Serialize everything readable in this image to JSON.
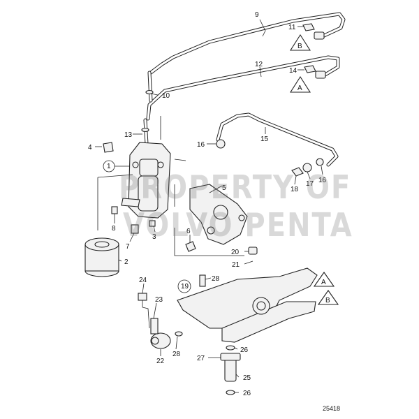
{
  "callouts": [
    {
      "id": "c9",
      "text": "9"
    },
    {
      "id": "c11",
      "text": "11"
    },
    {
      "id": "c12",
      "text": "12"
    },
    {
      "id": "c14",
      "text": "14"
    },
    {
      "id": "c10",
      "text": "10"
    },
    {
      "id": "c13",
      "text": "13"
    },
    {
      "id": "c15",
      "text": "15"
    },
    {
      "id": "c16a",
      "text": "16"
    },
    {
      "id": "c4",
      "text": "4"
    },
    {
      "id": "c1",
      "text": "1"
    },
    {
      "id": "c5",
      "text": "5"
    },
    {
      "id": "c18",
      "text": "18"
    },
    {
      "id": "c17",
      "text": "17"
    },
    {
      "id": "c16b",
      "text": "16"
    },
    {
      "id": "c8",
      "text": "8"
    },
    {
      "id": "c3",
      "text": "3"
    },
    {
      "id": "c7",
      "text": "7"
    },
    {
      "id": "c6",
      "text": "6"
    },
    {
      "id": "c20",
      "text": "20"
    },
    {
      "id": "c2",
      "text": "2"
    },
    {
      "id": "c21",
      "text": "21"
    },
    {
      "id": "c28a",
      "text": "28"
    },
    {
      "id": "c24",
      "text": "24"
    },
    {
      "id": "c19",
      "text": "19"
    },
    {
      "id": "c23",
      "text": "23"
    },
    {
      "id": "c22",
      "text": "22"
    },
    {
      "id": "c28b",
      "text": "28"
    },
    {
      "id": "c26a",
      "text": "26"
    },
    {
      "id": "c27",
      "text": "27"
    },
    {
      "id": "c25",
      "text": "25"
    },
    {
      "id": "c26b",
      "text": "26"
    }
  ],
  "connectors": [
    {
      "id": "tA1",
      "text": "A"
    },
    {
      "id": "tB1",
      "text": "B"
    },
    {
      "id": "tA2",
      "text": "A"
    },
    {
      "id": "tB2",
      "text": "B"
    }
  ],
  "watermark": {
    "line1": "PROPERTY OF",
    "line2": "VOLVO PENTA"
  },
  "reference_number": "25418"
}
